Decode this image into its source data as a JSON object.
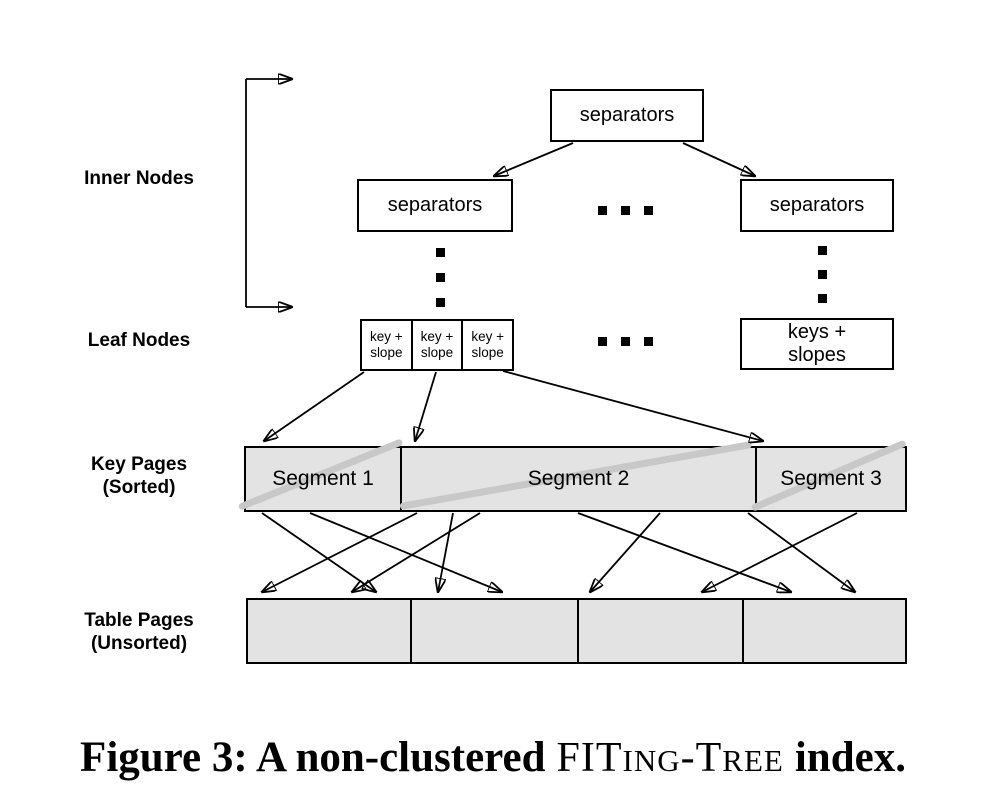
{
  "figure": {
    "row_labels": {
      "inner_nodes": "Inner Nodes",
      "leaf_nodes": "Leaf Nodes",
      "key_pages_line1": "Key Pages",
      "key_pages_line2": "(Sorted)",
      "table_pages_line1": "Table Pages",
      "table_pages_line2": "(Unsorted)"
    },
    "tree": {
      "root_label": "separators",
      "left_inner_label": "separators",
      "right_inner_label": "separators",
      "leaf_cells": [
        {
          "line1": "key +",
          "line2": "slope"
        },
        {
          "line1": "key +",
          "line2": "slope"
        },
        {
          "line1": "key +",
          "line2": "slope"
        }
      ],
      "right_leaf": {
        "line1": "keys +",
        "line2": "slopes"
      }
    },
    "key_pages": {
      "segments": [
        {
          "label": "Segment 1"
        },
        {
          "label": "Segment 2"
        },
        {
          "label": "Segment 3"
        }
      ]
    },
    "table_pages": {
      "cell_count": 4
    },
    "ellipses": {
      "horizontal": "…",
      "vertical": "⋮"
    },
    "colors": {
      "background": "#ffffff",
      "ink": "#000000",
      "page_fill": "#e3e3e3",
      "model_line": "#c8c8c8"
    }
  },
  "caption": {
    "prefix": "Figure 3: A non-clustered",
    "name_parts": {
      "p1": "FIT",
      "p2": "ING",
      "p3": "-T",
      "p4": "REE"
    },
    "suffix": "index."
  }
}
